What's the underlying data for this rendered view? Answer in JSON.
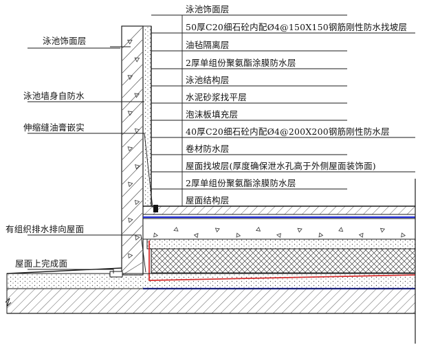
{
  "right_labels": [
    {
      "id": "pool-finish",
      "text": "泳池饰面层"
    },
    {
      "id": "c20-rigid-150",
      "text": "50厚C20细石砼内配Ø4@150X150钢筋刚性防水找坡层"
    },
    {
      "id": "felt-isolation",
      "text": "油毡隔离层"
    },
    {
      "id": "pu-coating-1",
      "text": "2厚单组份聚氨酯涂膜防水层"
    },
    {
      "id": "pool-structure",
      "text": "泳池结构层"
    },
    {
      "id": "cement-mortar",
      "text": "水泥砂浆找平层"
    },
    {
      "id": "foam-fill",
      "text": "泡沫板填充层"
    },
    {
      "id": "c20-rigid-200",
      "text": "40厚C20细石砼内配Ø4@200X200钢筋刚性防水层"
    },
    {
      "id": "roll-membrane",
      "text": "卷材防水层"
    },
    {
      "id": "roof-screed",
      "text": "屋面找坡层(厚度确保泄水孔高于外侧屋面装饰面)"
    },
    {
      "id": "pu-coating-2",
      "text": "2厚单组份聚氨酯涂膜防水层"
    },
    {
      "id": "roof-structure",
      "text": "屋面结构层"
    }
  ],
  "left_labels": [
    {
      "id": "pool-finish-left",
      "text": "泳池饰面层"
    },
    {
      "id": "wall-self-waterproof",
      "text": "泳池墙身自防水"
    },
    {
      "id": "joint-sealant",
      "text": "伸缩缝油膏嵌实"
    },
    {
      "id": "organized-drainage",
      "text": "有组织排水排向屋面"
    },
    {
      "id": "roof-finished-surface",
      "text": "屋面上完成面"
    }
  ],
  "colors": {
    "line": "#1a1a1a",
    "membrane_blue": "#1f2bd6",
    "membrane_red": "#d92a2a"
  }
}
